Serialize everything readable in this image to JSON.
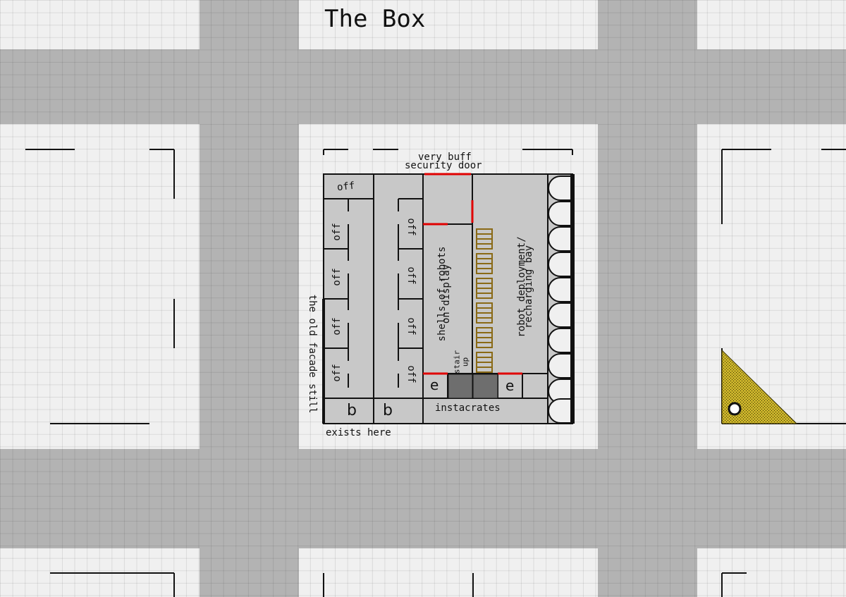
{
  "title": "The Box",
  "labels": {
    "security_door": [
      "very buff",
      "security door"
    ],
    "facade": "the old facade still",
    "facade_2": "exists here",
    "shells": [
      "shells of robots",
      "on display"
    ],
    "robot_bay": [
      "robot deployment/",
      "recharging bay"
    ],
    "stair": [
      "stair",
      "up"
    ],
    "instacrates": "instacrates",
    "office": "off",
    "bathroom": "b",
    "elevator": "e"
  },
  "colors": {
    "street": "#b3b3b3",
    "building": "#c8c8c8",
    "wall": "#111111",
    "door": "#e00000",
    "crate": "#8a6a16",
    "stair_block": "#6e6e6e",
    "marker_fill": "#c9b22a"
  }
}
